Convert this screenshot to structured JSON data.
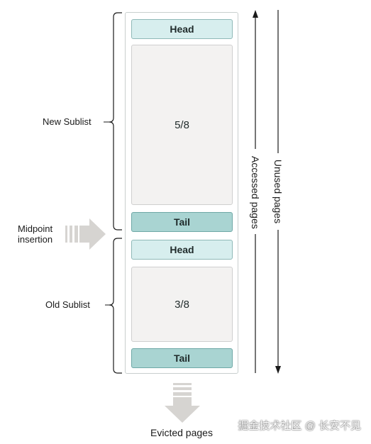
{
  "labels": {
    "new_sublist": "New Sublist",
    "old_sublist": "Old Sublist",
    "midpoint_line1": "Midpoint",
    "midpoint_line2": "insertion",
    "evicted": "Evicted pages",
    "accessed": "Accessed pages",
    "unused": "Unused pages"
  },
  "new_sublist": {
    "head": "Head",
    "fraction": "5/8",
    "tail": "Tail"
  },
  "old_sublist": {
    "head": "Head",
    "fraction": "3/8",
    "tail": "Tail"
  },
  "watermark": "掘金技术社区 @ 长安不见",
  "colors": {
    "head_fill": "#d7eeee",
    "tail_fill": "#a9d4d2",
    "body_fill": "#f3f2f1",
    "arrow_gray": "#d6d4d1"
  }
}
